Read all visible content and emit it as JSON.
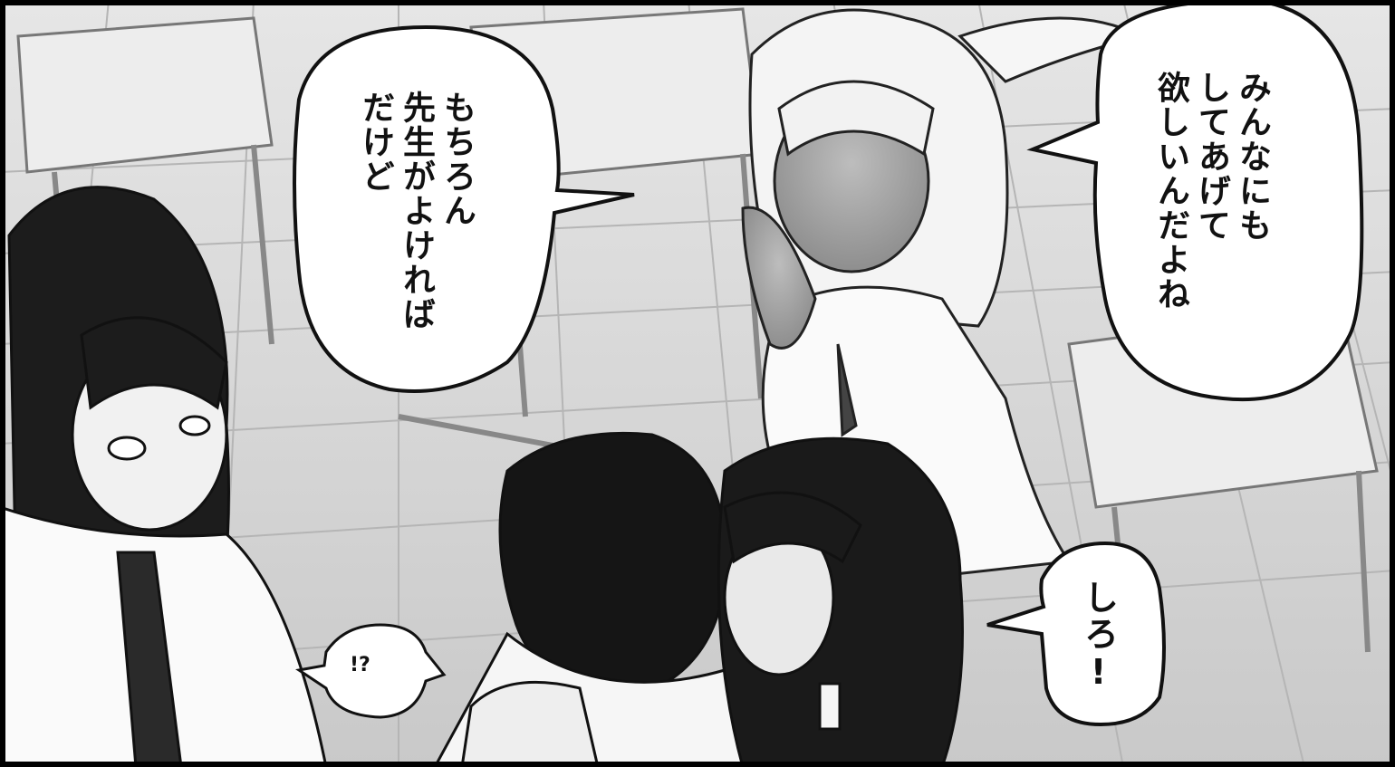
{
  "bubbles": {
    "top_right": "みんなにも\nしてあげて\n欲しいんだよね",
    "center_left": "もちろん\n先生がよければ\nだけど",
    "bottom_right": "しろ!",
    "small_left": "!?"
  }
}
